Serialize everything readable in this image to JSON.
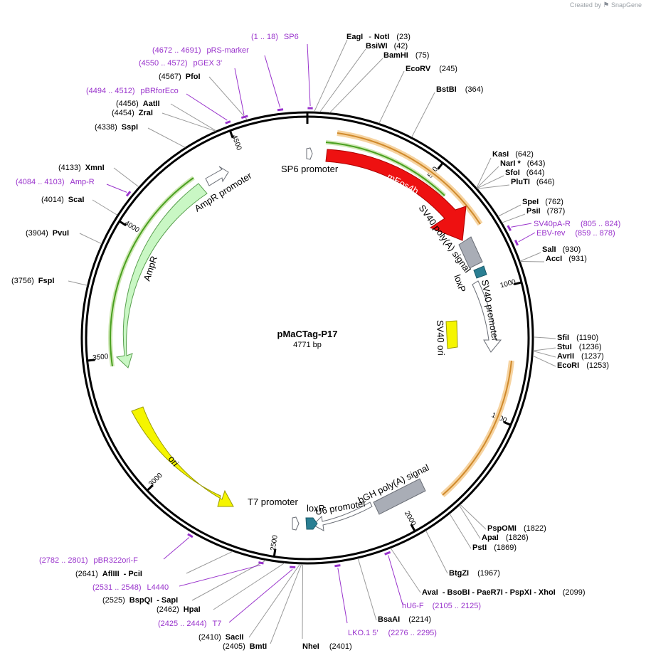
{
  "branding": {
    "created_by": "Created by",
    "logo_text": "SnapGene"
  },
  "plasmid": {
    "name": "pMaCTag-P17",
    "size_label": "4771 bp",
    "length": 4771
  },
  "colors": {
    "primer": "#9933cc",
    "enzyme_text": "#000000",
    "backbone": "#000000"
  },
  "ticks": [
    "500",
    "1000",
    "1500",
    "2000",
    "2500",
    "3000",
    "3500",
    "4000",
    "4500"
  ],
  "sites": [
    {
      "name": "EagI",
      "sep": "-",
      "name2": "NotI",
      "pos": "(23)"
    },
    {
      "name": "BsiWI",
      "pos": "(42)"
    },
    {
      "name": "BamHI",
      "pos": "(75)"
    },
    {
      "name": "EcoRV",
      "pos": "(245)"
    },
    {
      "name": "BstBI",
      "pos": "(364)"
    },
    {
      "name": "KasI",
      "pos": "(642)"
    },
    {
      "name": "NarI *",
      "pos": "(643)"
    },
    {
      "name": "SfoI",
      "pos": "(644)"
    },
    {
      "name": "PluTI",
      "pos": "(646)"
    },
    {
      "name": "SpeI",
      "pos": "(762)"
    },
    {
      "name": "PsiI",
      "pos": "(787)"
    },
    {
      "name": "SalI",
      "pos": "(930)"
    },
    {
      "name": "AccI",
      "pos": "(931)"
    },
    {
      "name": "SfiI",
      "pos": "(1190)"
    },
    {
      "name": "StuI",
      "pos": "(1236)"
    },
    {
      "name": "AvrII",
      "pos": "(1237)"
    },
    {
      "name": "EcoRI",
      "pos": "(1253)"
    },
    {
      "name": "PspOMI",
      "pos": "(1822)"
    },
    {
      "name": "ApaI",
      "pos": "(1826)"
    },
    {
      "name": "PstI",
      "pos": "(1869)"
    },
    {
      "name": "BtgZI",
      "pos": "(1967)"
    },
    {
      "name": "AvaI",
      "extra": "- BsoBI - PaeR7I - PspXI - XhoI",
      "pos": "(2099)"
    },
    {
      "name": "BsaAI",
      "pos": "(2214)"
    },
    {
      "name": "NheI",
      "pos": "(2401)"
    },
    {
      "name": "BmtI",
      "pos": "(2405)"
    },
    {
      "name": "SacII",
      "pos": "(2410)"
    },
    {
      "name": "HpaI",
      "pos": "(2462)"
    },
    {
      "name": "BspQI",
      "extra": "- SapI",
      "pos": "(2525)"
    },
    {
      "name": "AflIII",
      "extra": "- PciI",
      "pos": "(2641)"
    },
    {
      "name": "FspI",
      "pos": "(3756)"
    },
    {
      "name": "PvuI",
      "pos": "(3904)"
    },
    {
      "name": "ScaI",
      "pos": "(4014)"
    },
    {
      "name": "XmnI",
      "pos": "(4133)"
    },
    {
      "name": "SspI",
      "pos": "(4338)"
    },
    {
      "name": "ZraI",
      "pos": "(4454)"
    },
    {
      "name": "AatII",
      "pos": "(4456)"
    },
    {
      "name": "PfoI",
      "pos": "(4567)"
    }
  ],
  "primers": [
    {
      "range": "(1 .. 18)",
      "name": "SP6"
    },
    {
      "range": "(4672 .. 4691)",
      "name": "pRS-marker"
    },
    {
      "range": "(4550 .. 4572)",
      "name": "pGEX 3'"
    },
    {
      "range": "(4494 .. 4512)",
      "name": "pBRforEco"
    },
    {
      "range": "(4084 .. 4103)",
      "name": "Amp-R"
    },
    {
      "range": "(805 .. 824)",
      "name": "SV40pA-R"
    },
    {
      "range": "(859 .. 878)",
      "name": "EBV-rev"
    },
    {
      "range": "(2782 .. 2801)",
      "name": "pBR322ori-F"
    },
    {
      "range": "(2531 .. 2548)",
      "name": "L4440"
    },
    {
      "range": "(2425 .. 2444)",
      "name": "T7"
    },
    {
      "range": "(2105 .. 2125)",
      "name": "hU6-F"
    },
    {
      "range": "(2276 .. 2295)",
      "name": "LKO.1 5'"
    }
  ],
  "features": {
    "sp6_promoter": "SP6 promoter",
    "meos4b": "mEos4b",
    "sv40_polya": "SV40 poly(A) signal",
    "loxp_top": "loxP",
    "sv40_promoter": "SV40 promoter",
    "sv40_ori": "SV40 ori",
    "bgh_polya": "bGH poly(A) signal",
    "u6_promoter": "U6 promoter",
    "loxp_bottom": "loxP",
    "t7_promoter": "T7 promoter",
    "ori": "ori",
    "ampr": "AmpR",
    "ampr_promoter": "AmpR promoter"
  }
}
